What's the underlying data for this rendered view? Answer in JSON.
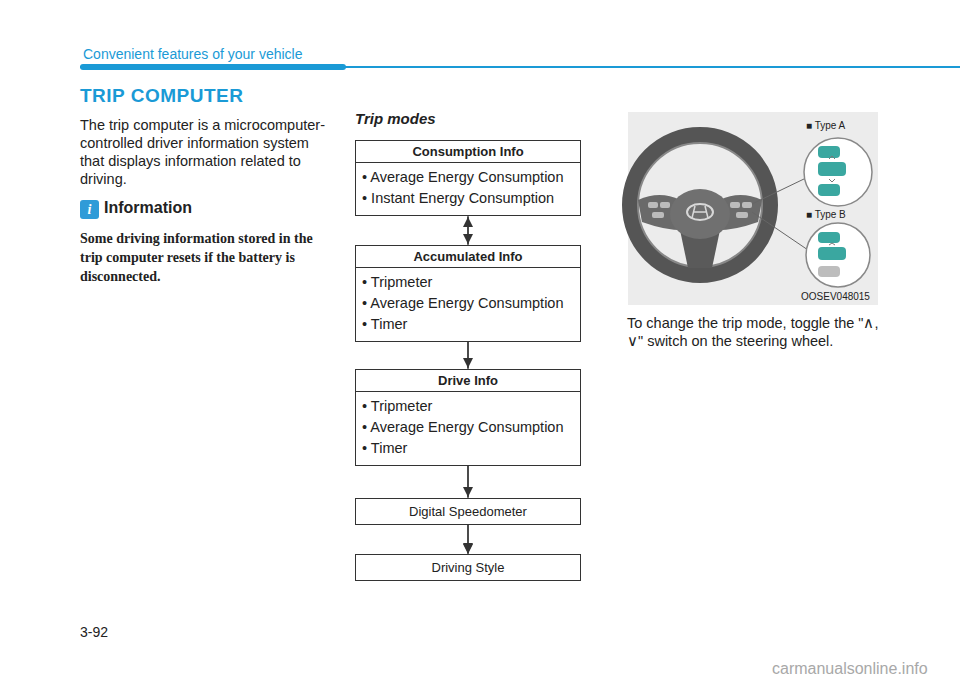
{
  "diagram": {
    "title": "TRIP COMPUTER",
    "nodes": [
      {
        "text": [
          "Consumption Info",
          "• Average Energy Consumption",
          "• Instant Energy Consumption"
        ]
      },
      {
        "text": [
          "Accumulated Info",
          "• Tripmeter",
          "• Average Energy Consumption",
          "• Timer"
        ]
      },
      {
        "text": [
          "Drive Info",
          "• Tripmeter",
          "• Average Energy Consumption",
          "• Timer"
        ]
      },
      {
        "text": [
          "Digital Speedometer"
        ]
      },
      {
        "text": [
          "Driving Style"
        ]
      }
    ],
    "edges": [
      {
        "from": 0,
        "to": 1,
        "arrow": "to"
      },
      {
        "from": 1,
        "to": 2,
        "arrow": "to"
      },
      {
        "from": 2,
        "to": 3,
        "arrow": "to"
      },
      {
        "from": 3,
        "to": 4,
        "arrow": "to"
      },
      {
        "from": 4,
        "to": 0,
        "arrow": "both"
      }
    ],
    "labels": [
      "Convenient features of your vehicle",
      "The trip computer is a microcomputer-controlled driver information system that displays information related to driving.",
      "i",
      "Information",
      "Some driving information stored in the trip computer resets if the battery is disconnected.",
      "Trip modes",
      "■ Type A",
      "■ Type B",
      "OOSEV048015",
      "To change the trip mode, toggle the \"∧, ∨\" switch on the steering wheel.",
      "3-92",
      "carmanualsonline.info"
    ]
  }
}
